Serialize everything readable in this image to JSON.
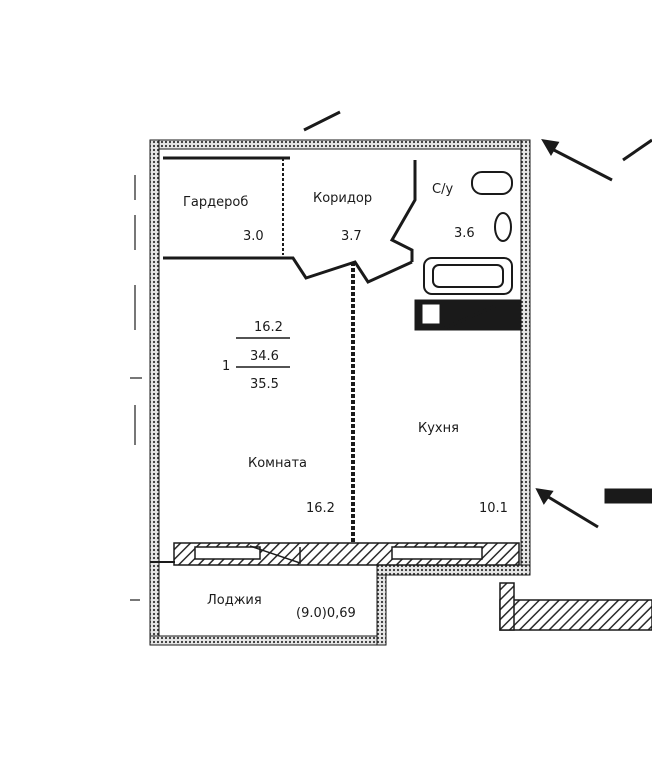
{
  "rooms": {
    "wardrobe": {
      "name": "Гардероб",
      "area": "3.0"
    },
    "corridor": {
      "name": "Коридор",
      "area": "3.7"
    },
    "bathroom": {
      "name": "С/у",
      "area": "3.6"
    },
    "room": {
      "name": "Комната",
      "area": "16.2"
    },
    "kitchen": {
      "name": "Кухня",
      "area": "10.1"
    },
    "loggia": {
      "name": "Лоджия",
      "area": "(9.0)0,69"
    }
  },
  "totals": {
    "living": "16.2",
    "total_without_loggia": "34.6",
    "total": "35.5",
    "rooms_count": "1"
  },
  "colors": {
    "wall": "#1a1a1a",
    "hatch": "#2b2b2b",
    "background": "#ffffff"
  }
}
